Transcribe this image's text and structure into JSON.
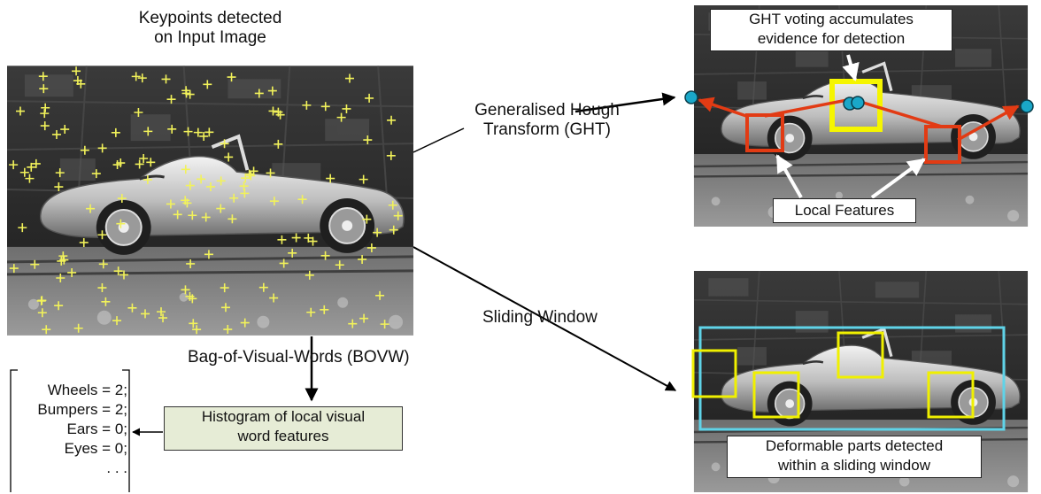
{
  "title_line1": "Keypoints detected",
  "title_line2": "on Input Image",
  "ght_label_line1": "Generalised Hough",
  "ght_label_line2": "Transform (GHT)",
  "sliding_label": "Sliding Window",
  "bovw_label": "Bag-of-Visual-Words (BOVW)",
  "ght_voting_line1": "GHT voting accumulates",
  "ght_voting_line2": "evidence for detection",
  "local_features": "Local Features",
  "deformable_line1": "Deformable parts detected",
  "deformable_line2": "within a sliding window",
  "histogram_line1": "Histogram of local visual",
  "histogram_line2": "word features",
  "bovw_counts": [
    "Wheels = 2;",
    "Bumpers = 2;",
    "Ears = 0;",
    "Eyes = 0;",
    ". . ."
  ],
  "colors": {
    "keypoint": "#f2f25a",
    "ght_feature_box": "#e23b14",
    "ght_vote_box": "#f5f500",
    "vote_point": "#1aa7c8",
    "sliding_window": "#5fd3e8",
    "part_box": "#f0f000",
    "histogram_fill": "#e6ecd6"
  },
  "icons": [
    "car-image",
    "keypoint-cross",
    "arrow"
  ]
}
